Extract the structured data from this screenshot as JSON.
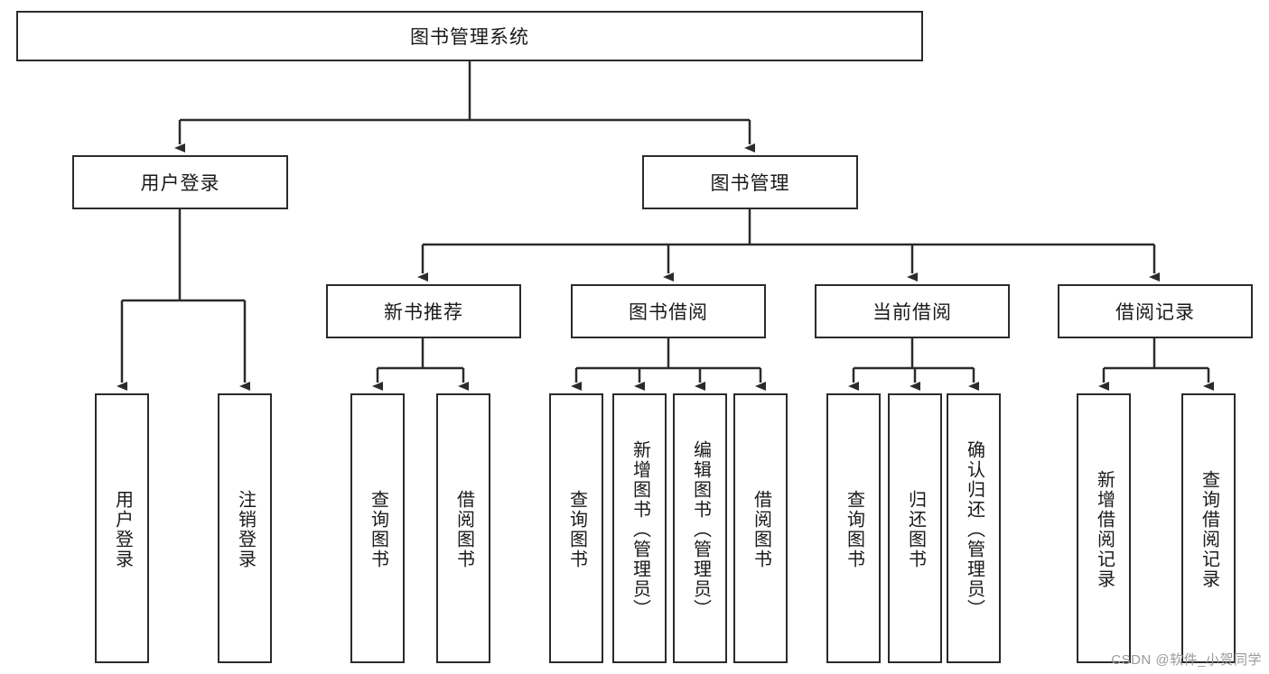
{
  "diagram": {
    "title": "图书管理系统",
    "type": "tree",
    "style": {
      "background": "#ffffff",
      "box_border": "#2b2b2b",
      "box_fill": "#ffffff",
      "text_color": "#1a1a1a",
      "edge_color": "#2b2b2b",
      "watermark_color": "#9a9a9a"
    },
    "root": {
      "label": "图书管理系统"
    },
    "level1": [
      {
        "label": "用户登录"
      },
      {
        "label": "图书管理"
      }
    ],
    "level2": [
      {
        "label": "新书推荐"
      },
      {
        "label": "图书借阅"
      },
      {
        "label": "当前借阅"
      },
      {
        "label": "借阅记录"
      }
    ],
    "leaves_user_login": [
      {
        "label": "用户登录"
      },
      {
        "label": "注销登录"
      }
    ],
    "leaves_new_book": [
      {
        "label": "查询图书"
      },
      {
        "label": "借阅图书"
      }
    ],
    "leaves_borrow": [
      {
        "label": "查询图书"
      },
      {
        "label": "新增图书（管理员）"
      },
      {
        "label": "编辑图书（管理员）"
      },
      {
        "label": "借阅图书"
      }
    ],
    "leaves_current": [
      {
        "label": "查询图书"
      },
      {
        "label": "归还图书"
      },
      {
        "label": "确认归还（管理员）"
      }
    ],
    "leaves_records": [
      {
        "label": "新增借阅记录"
      },
      {
        "label": "查询借阅记录"
      }
    ],
    "watermark": "CSDN @软件_小贺同学"
  }
}
